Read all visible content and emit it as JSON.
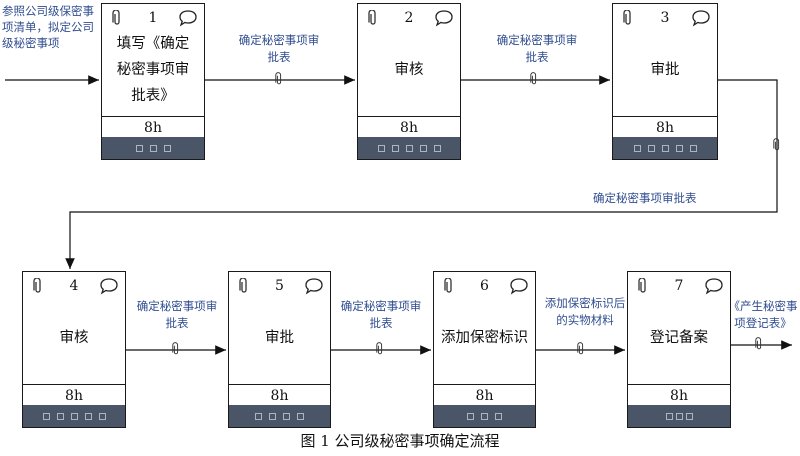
{
  "nodes": [
    {
      "num": "1",
      "title": "填写《确定秘密事项审批表》",
      "duration": "8h",
      "footer_squares": 3
    },
    {
      "num": "2",
      "title": "审核",
      "duration": "8h",
      "footer_squares": 5
    },
    {
      "num": "3",
      "title": "审批",
      "duration": "8h",
      "footer_squares": 5
    },
    {
      "num": "4",
      "title": "审核",
      "duration": "8h",
      "footer_squares": 5
    },
    {
      "num": "5",
      "title": "审批",
      "duration": "8h",
      "footer_squares": 4
    },
    {
      "num": "6",
      "title": "添加保密标识",
      "duration": "8h",
      "footer_squares": 3
    },
    {
      "num": "7",
      "title": "登记备案",
      "duration": "8h",
      "footer_squares": 3
    }
  ],
  "labels": {
    "input_doc": "参照公司级保密事项清单，拟定公司级秘密事项",
    "e12": "确定秘密事项审批表",
    "e23": "确定秘密事项审批表",
    "e34": "确定秘密事项审批表",
    "e45": "确定秘密事项审批表",
    "e56": "确定秘密事项审批表",
    "e67": "添加保密标识后的实物材料",
    "output_doc": "《产生秘密事项登记表》"
  },
  "caption": "图 1 公司级秘密事项确定流程",
  "colors": {
    "footer": "#4a5668",
    "label": "#2f4d8f",
    "line": "#111111"
  }
}
